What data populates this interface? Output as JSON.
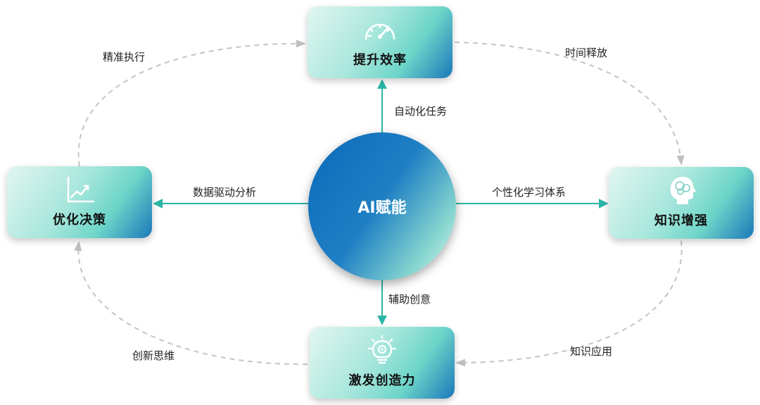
{
  "center": {
    "label": "AI赋能"
  },
  "nodes": {
    "top": {
      "title": "提升效率",
      "icon": "speedometer-icon"
    },
    "left": {
      "title": "优化决策",
      "icon": "line-chart-icon"
    },
    "right": {
      "title": "知识增强",
      "icon": "brain-head-icon"
    },
    "bottom": {
      "title": "激发创造力",
      "icon": "lightbulb-gear-icon"
    }
  },
  "arrow_labels": {
    "up": "自动化任务",
    "left": "数据驱动分析",
    "right": "个性化学习体系",
    "down": "辅助创意"
  },
  "cycle_labels": {
    "top_left": "精准执行",
    "top_right": "时间释放",
    "bottom_right": "知识应用",
    "bottom_left": "创新思维"
  },
  "colors": {
    "arrow": "#2bb5a6",
    "dashed": "#c4c4c4",
    "circle_dark": "#0a6ab9",
    "box_teal": "#7fd9cd"
  }
}
